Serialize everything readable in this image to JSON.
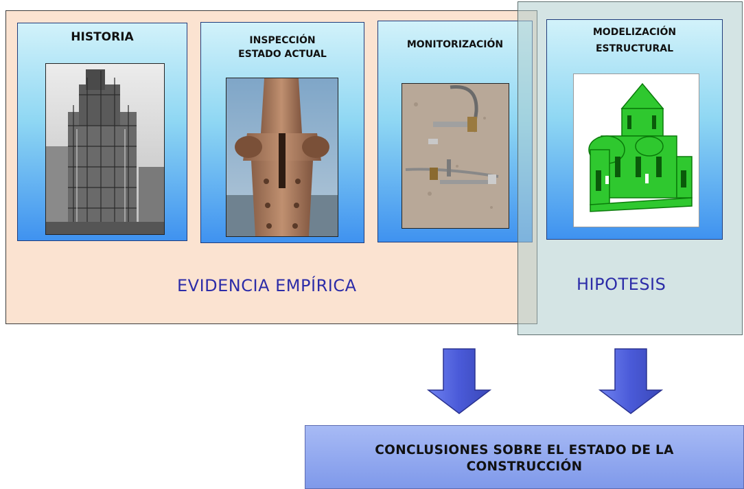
{
  "panels": {
    "historia": {
      "title": "HISTORIA"
    },
    "inspeccion": {
      "title_line1": "INSPECCIÓN",
      "title_line2": "ESTADO ACTUAL"
    },
    "monitorizacion": {
      "title": "MONITORIZACIÓN"
    },
    "modelizacion": {
      "title_line1": "MODELIZACIÓN",
      "title_line2": "ESTRUCTURAL"
    }
  },
  "labels": {
    "empirical": "EVIDENCIA EMPÍRICA",
    "hypothesis": "HIPOTESIS"
  },
  "conclusion": {
    "line1": "CONCLUSIONES SOBRE EL ESTADO DE LA",
    "line2": "CONSTRUCCIÓN"
  },
  "colors": {
    "empirical_bg": "#fbe3d1",
    "hypothesis_bg": "#b0cece",
    "panel_gradient_top": "#d2f2fa",
    "panel_gradient_bottom": "#3f92f0",
    "label_text": "#2c2ca8",
    "arrow_fill": "#4a5ad8",
    "conclusion_bg": "#8fa6ee"
  }
}
